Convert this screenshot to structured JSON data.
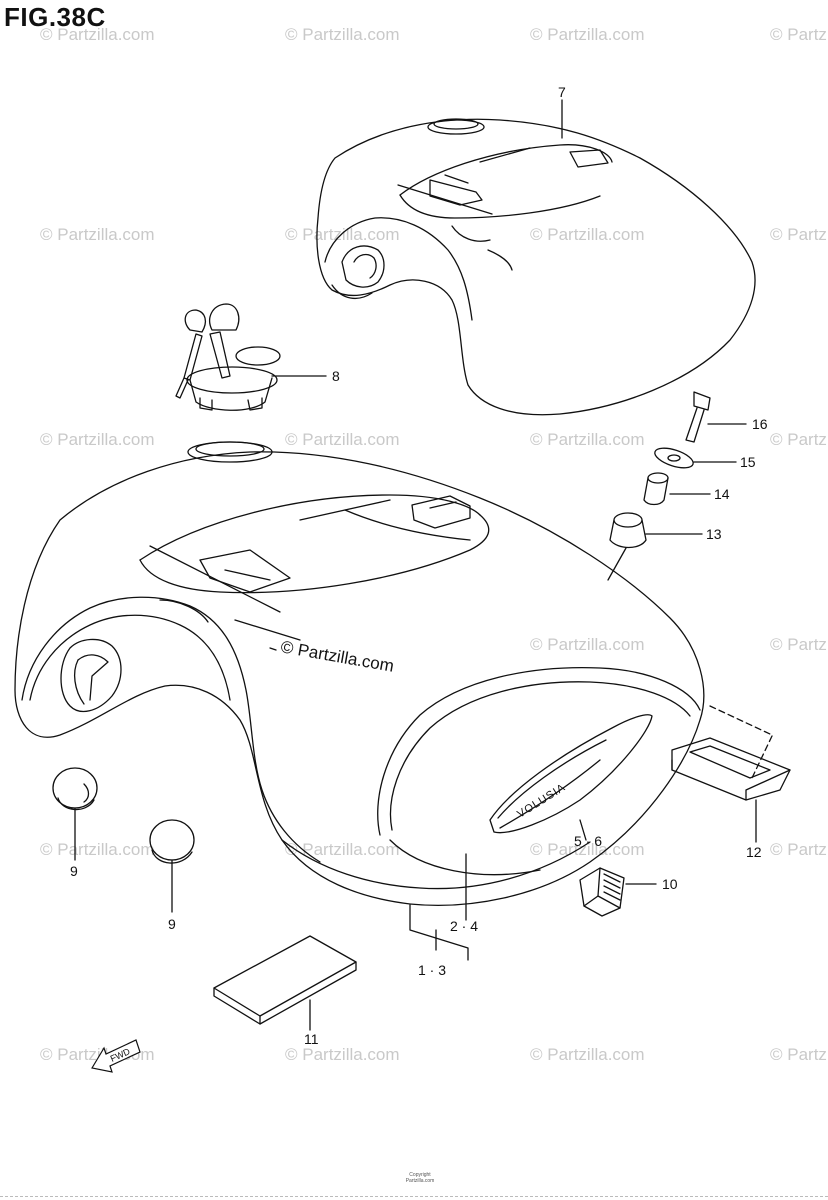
{
  "figure": {
    "title": "FIG.38C"
  },
  "watermark": {
    "text": "© Partzilla.com"
  },
  "labels": {
    "l7": "7",
    "l8": "8",
    "l16": "16",
    "l15": "15",
    "l14": "14",
    "l13": "13",
    "l9a": "9",
    "l9b": "9",
    "l56": "5 · 6",
    "l12": "12",
    "l10": "10",
    "l24": "2 · 4",
    "l13b": "1 · 3",
    "l11": "11"
  },
  "fwd_arrow": {
    "text": "FWD"
  },
  "emblem": {
    "text": "VOLUSIA"
  },
  "footer": {
    "line1": "Copyright",
    "line2": "Partzilla.com"
  }
}
